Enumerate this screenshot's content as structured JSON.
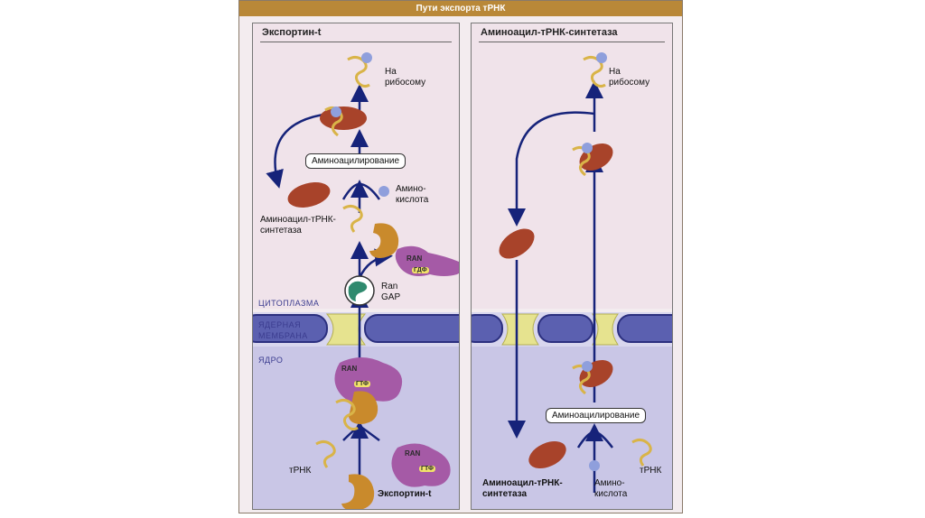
{
  "title": "Пути экспорта тРНК",
  "panels": {
    "left": {
      "title": "Экспортин-t",
      "to_ribosome": "На рибосому",
      "aminoacylation": "Аминоацилирование",
      "amino_acid": "Амино-кислота",
      "synthetase": "Аминоацил-тРНК-синтетаза",
      "ran": "RAN",
      "gdp": "ГДФ",
      "gtp": "ГТФ",
      "ran_gap": "Ran GAP",
      "cytoplasm": "ЦИТОПЛАЗМА",
      "nuclear_membrane": "ЯДЕРНАЯ МЕМБРАНА",
      "nucleus": "ЯДРО",
      "trna": "тРНК",
      "exportin": "Экспортин-t"
    },
    "right": {
      "title": "Аминоацил-тРНК-синтетаза",
      "to_ribosome": "На рибосому",
      "aminoacylation": "Аминоацилирование",
      "amino_acid": "Амино-кислота",
      "trna": "тРНК",
      "synthetase": "Аминоацил-тРНК-синтетаза"
    }
  },
  "colors": {
    "header": "#b98838",
    "arrow": "#16237a",
    "membrane": "#3a3f96",
    "pore": "#e6e38f",
    "synthetase": "#a8432a",
    "exportin": "#c98a2c",
    "ran": "#a55aa6",
    "gtp": "#f1e26a",
    "trna": "#d9b448",
    "amino_acid": "#8f9fdc",
    "rangap": "#2f8a6e"
  }
}
